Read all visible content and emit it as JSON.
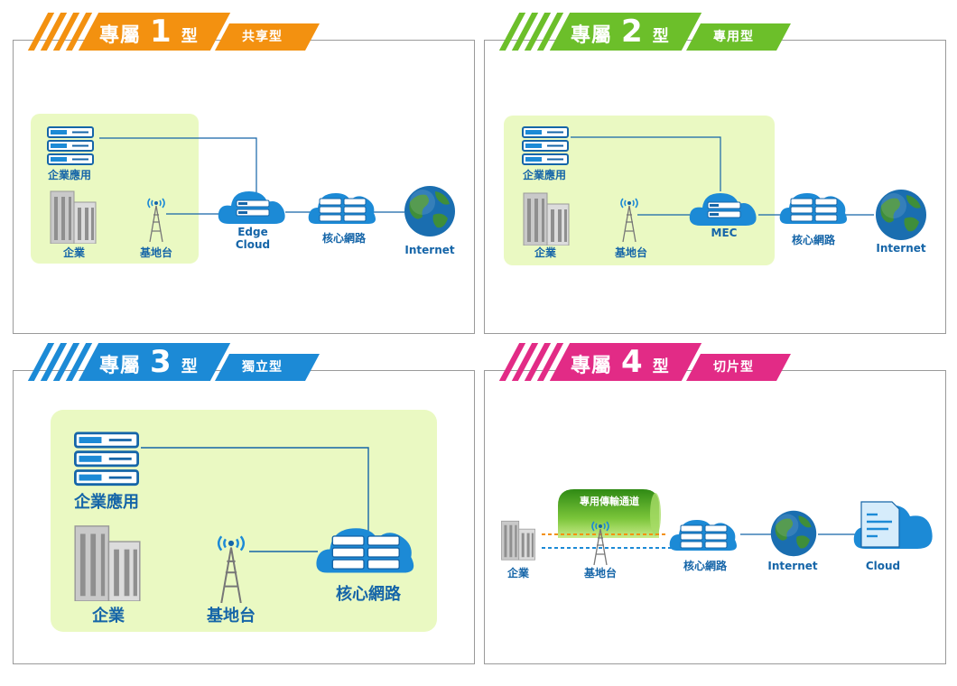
{
  "panels": [
    {
      "prefix": "專屬",
      "number": "1",
      "suffix": "型",
      "type": "共享型",
      "color": "#f39110",
      "labels": {
        "app": "企業應用",
        "enterprise": "企業",
        "station": "基地台",
        "edge_line1": "Edge",
        "edge_line2": "Cloud",
        "core": "核心網路",
        "internet": "Internet"
      }
    },
    {
      "prefix": "專屬",
      "number": "2",
      "suffix": "型",
      "type": "專用型",
      "color": "#6cbf2a",
      "labels": {
        "app": "企業應用",
        "enterprise": "企業",
        "station": "基地台",
        "mec": "MEC",
        "core": "核心網路",
        "internet": "Internet"
      }
    },
    {
      "prefix": "專屬",
      "number": "3",
      "suffix": "型",
      "type": "獨立型",
      "color": "#1c8ad6",
      "labels": {
        "app": "企業應用",
        "enterprise": "企業",
        "station": "基地台",
        "core": "核心網路"
      }
    },
    {
      "prefix": "專屬",
      "number": "4",
      "suffix": "型",
      "type": "切片型",
      "color": "#e22b86",
      "labels": {
        "tunnel": "專用傳輸通道",
        "enterprise": "企業",
        "station": "基地台",
        "core": "核心網路",
        "internet": "Internet",
        "cloud": "Cloud"
      }
    }
  ]
}
